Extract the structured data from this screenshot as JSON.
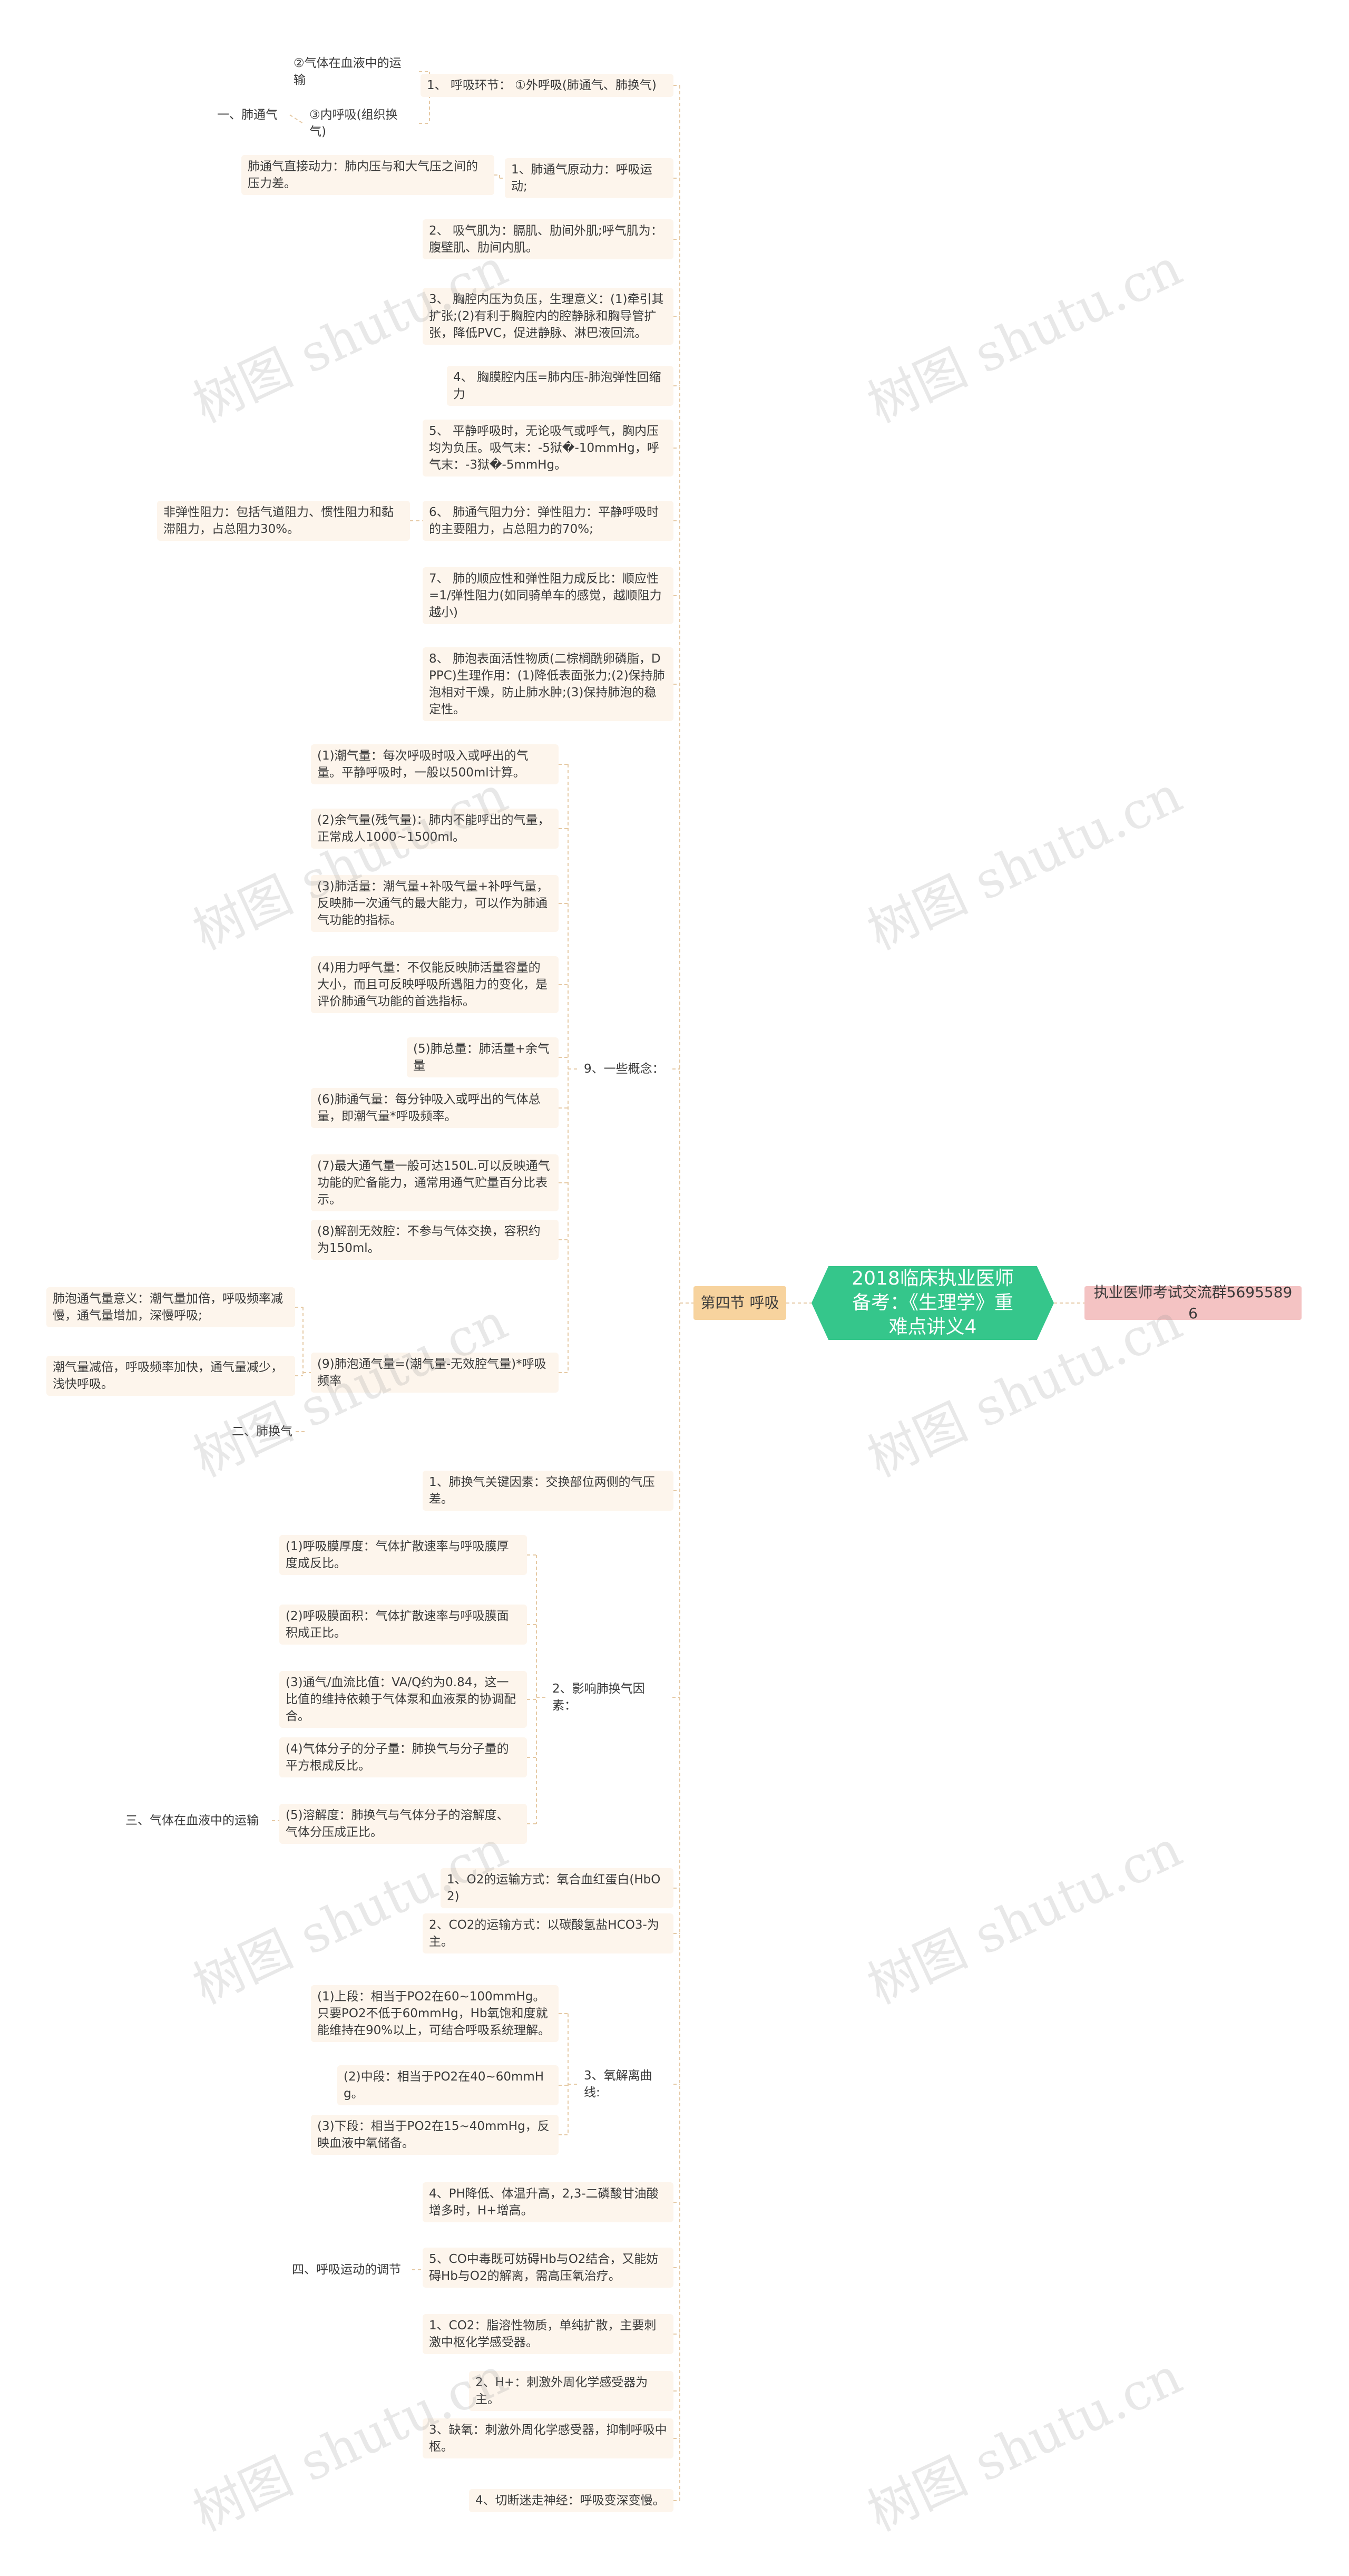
{
  "center": "2018临床执业医师备考：《生理学》重难点讲义4",
  "section": "第四节 呼吸",
  "extra": "执业医师考试交流群56955896",
  "watermark": "树图 shutu.cn",
  "nodes": {
    "n1": "1、 呼吸环节： ①外呼吸(肺通气、肺换气)",
    "n1a": "②气体在血液中的运输",
    "n1b": "③内呼吸(组织换气)",
    "h1": "一、肺通气",
    "n2": "1、肺通气原动力：呼吸运动;",
    "n2a": "肺通气直接动力：肺内压与和大气压之间的压力差。",
    "n3": "2、 吸气肌为：膈肌、肋间外肌;呼气肌为：腹壁肌、肋间内肌。",
    "n4": "3、 胸腔内压为负压，生理意义：(1)牵引其扩张;(2)有利于胸腔内的腔静脉和胸导管扩张，降低PVC，促进静脉、淋巴液回流。",
    "n5": "4、 胸膜腔内压=肺内压-肺泡弹性回缩力",
    "n6": "5、 平静呼吸时，无论吸气或呼气，胸内压均为负压。吸气末：-5狱�-10mmHg，呼气末：-3狱�-5mmHg。",
    "n7": "6、 肺通气阻力分：弹性阻力：平静呼吸时的主要阻力，占总阻力的70%;",
    "n7a": "非弹性阻力：包括气道阻力、惯性阻力和黏滞阻力，占总阻力30%。",
    "n8": "7、 肺的顺应性和弹性阻力成反比：顺应性=1/弹性阻力(如同骑单车的感觉，越顺阻力越小)",
    "n9": "8、 肺泡表面活性物质(二棕榈酰卵磷脂，DPPC)生理作用：(1)降低表面张力;(2)保持肺泡相对干燥，防止肺水肿;(3)保持肺泡的稳定性。",
    "n10": "9、一些概念：",
    "c1": "(1)潮气量：每次呼吸时吸入或呼出的气量。平静呼吸时，一般以500ml计算。",
    "c2": "(2)余气量(残气量)：肺内不能呼出的气量，正常成人1000~1500ml。",
    "c3": "(3)肺活量：潮气量+补吸气量+补呼气量，反映肺一次通气的最大能力，可以作为肺通气功能的指标。",
    "c4": "(4)用力呼气量：不仅能反映肺活量容量的大小，而且可反映呼吸所遇阻力的变化，是评价肺通气功能的首选指标。",
    "c5": "(5)肺总量：肺活量+余气量",
    "c6": "(6)肺通气量：每分钟吸入或呼出的气体总量，即潮气量*呼吸频率。",
    "c7": "(7)最大通气量一般可达150L.可以反映通气功能的贮备能力，通常用通气贮量百分比表示。",
    "c8": "(8)解剖无效腔：不参与气体交换，容积约为150ml。",
    "c9": "(9)肺泡通气量=(潮气量-无效腔气量)*呼吸频率",
    "c9a": "肺泡通气量意义：潮气量加倍，呼吸频率减慢，通气量增加，深慢呼吸;",
    "c9b": "潮气量减倍，呼吸频率加快，通气量减少，浅快呼吸。",
    "h2": "二、肺换气",
    "g1": "1、肺换气关键因素：交换部位两侧的气压差。",
    "g2": "2、影响肺换气因素：",
    "g2a": "(1)呼吸膜厚度：气体扩散速率与呼吸膜厚度成反比。",
    "g2b": "(2)呼吸膜面积：气体扩散速率与呼吸膜面积成正比。",
    "g2c": "(3)通气/血流比值：VA/Q约为0.84，这一比值的维持依赖于气体泵和血液泵的协调配合。",
    "g2d": "(4)气体分子的分子量：肺换气与分子量的平方根成反比。",
    "g2e": "(5)溶解度：肺换气与气体分子的溶解度、气体分压成正比。",
    "h3": "三、气体在血液中的运输",
    "t1": "1、O2的运输方式：氧合血红蛋白(HbO2)",
    "t2": "2、CO2的运输方式：以碳酸氢盐HCO3-为主。",
    "t3": "3、氧解离曲线:",
    "t3a": "(1)上段：相当于PO2在60~100mmHg。只要PO2不低于60mmHg，Hb氧饱和度就能维持在90%以上，可结合呼吸系统理解。",
    "t3b": "(2)中段：相当于PO2在40~60mmHg。",
    "t3c": "(3)下段：相当于PO2在15~40mmHg，反映血液中氧储备。",
    "t4": "4、PH降低、体温升高，2,3-二磷酸甘油酸增多时，H+增高。",
    "t5": "5、CO中毒既可妨碍Hb与O2结合，又能妨碍Hb与O2的解离，需高压氧治疗。",
    "h4": "四、呼吸运动的调节",
    "r1": "1、CO2：脂溶性物质，单纯扩散，主要刺激中枢化学感受器。",
    "r2": "2、H+：刺激外周化学感受器为主。",
    "r3": "3、缺氧：刺激外周化学感受器，抑制呼吸中枢。",
    "r4": "4、切断迷走神经：呼吸变深变慢。"
  }
}
